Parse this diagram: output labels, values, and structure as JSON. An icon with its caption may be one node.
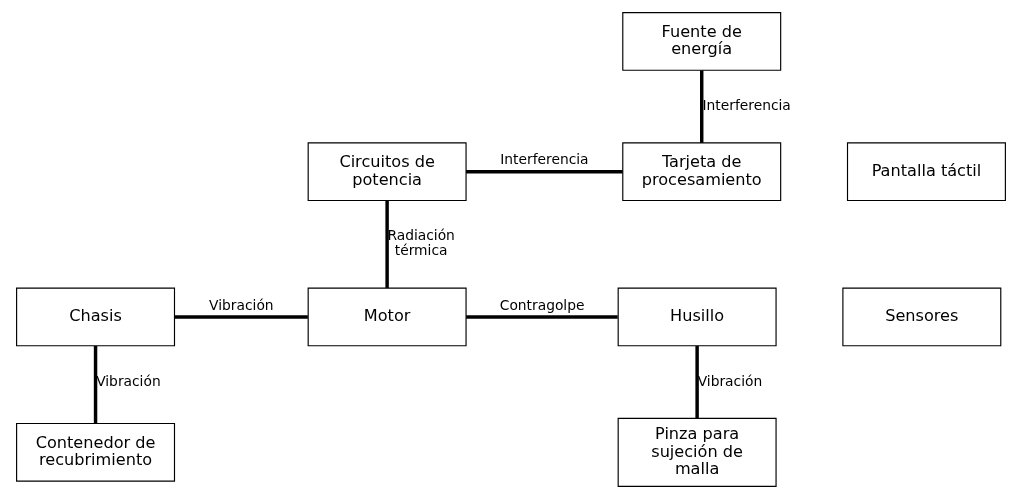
{
  "diagram": {
    "nodes": [
      {
        "text": [
          "Fuente de energía"
        ]
      },
      {
        "text": [
          "Pantalla táctil"
        ]
      },
      {
        "text": [
          "Circuitos de potencia"
        ]
      },
      {
        "text": [
          "Tarjeta de procesamiento"
        ]
      },
      {
        "text": [
          "Sensores"
        ]
      },
      {
        "text": [
          "Chasis"
        ]
      },
      {
        "text": [
          "Motor"
        ]
      },
      {
        "text": [
          "Husillo"
        ]
      },
      {
        "text": [
          "Contenedor de recubrimiento"
        ]
      },
      {
        "text": [
          "Pinza para sujeción de malla"
        ]
      }
    ],
    "edges": [
      {
        "from": 0,
        "to": 3,
        "arrow": "none",
        "label": "Interferencia"
      },
      {
        "from": 2,
        "to": 3,
        "arrow": "none",
        "label": "Interferencia"
      },
      {
        "from": 2,
        "to": 6,
        "arrow": "none",
        "label": "Radiación térmica"
      },
      {
        "from": 5,
        "to": 6,
        "arrow": "none",
        "label": "Vibración"
      },
      {
        "from": 6,
        "to": 7,
        "arrow": "none",
        "label": "Contragolpe"
      },
      {
        "from": 5,
        "to": 8,
        "arrow": "none",
        "label": "Vibración"
      },
      {
        "from": 7,
        "to": 9,
        "arrow": "none",
        "label": "Vibración"
      }
    ]
  }
}
